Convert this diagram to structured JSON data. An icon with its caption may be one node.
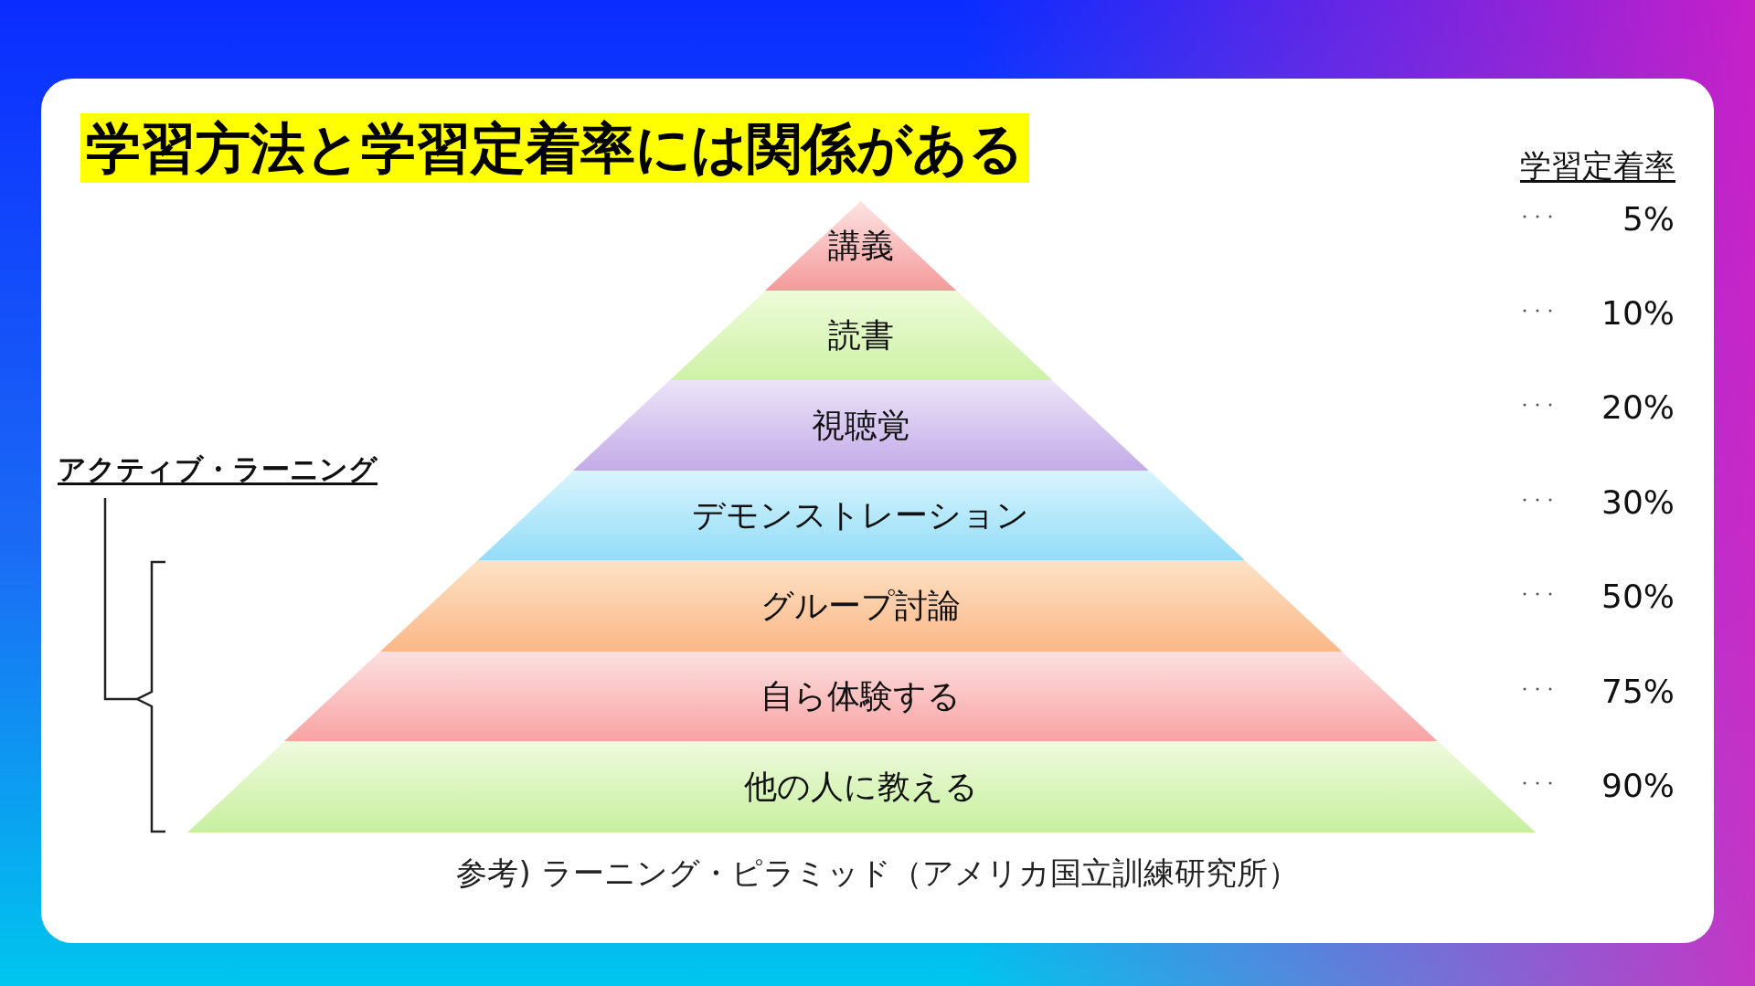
{
  "diagram": {
    "title": "学習方法と学習定着率には関係がある",
    "caption": "参考) ラーニング・ピラミッド（アメリカ国立訓練研究所）",
    "nodes": [
      {
        "text": [
          "講義"
        ]
      },
      {
        "text": [
          "読書"
        ]
      },
      {
        "text": [
          "視聴覚"
        ]
      },
      {
        "text": [
          "デモンストレーション"
        ]
      },
      {
        "text": [
          "グループ討論"
        ]
      },
      {
        "text": [
          "自ら体験する"
        ]
      },
      {
        "text": [
          "他の人に教える"
        ]
      }
    ],
    "labels": [
      "学習定着率",
      "5%",
      "10%",
      "20%",
      "30%",
      "50%",
      "75%",
      "90%",
      "アクティブ・ラーニング"
    ]
  }
}
